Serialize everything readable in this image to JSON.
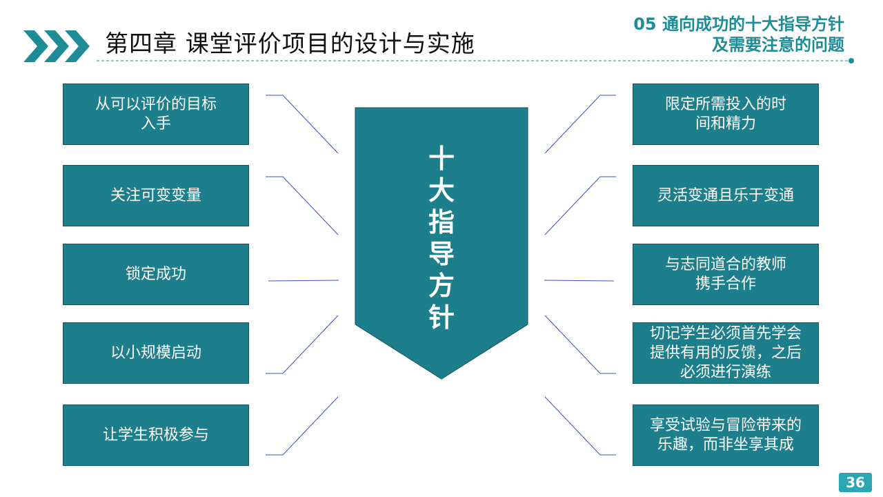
{
  "header": {
    "chapter_title": "第四章 课堂评价项目的设计与实施",
    "section_line1": "05 通向成功的十大指导方针",
    "section_line2": "及需要注意的问题",
    "icon": "triple-chevron-icon"
  },
  "center": {
    "title": "十大指导方针"
  },
  "left_items": [
    {
      "line1": "从可以评价的目标",
      "line2": "入手"
    },
    {
      "line1": "关注可变变量",
      "line2": ""
    },
    {
      "line1": "锁定成功",
      "line2": ""
    },
    {
      "line1": "以小规模启动",
      "line2": ""
    },
    {
      "line1": "让学生积极参与",
      "line2": ""
    }
  ],
  "right_items": [
    {
      "line1": "限定所需投入的时",
      "line2": "间和精力",
      "line3": ""
    },
    {
      "line1": "灵活变通且乐于变通",
      "line2": "",
      "line3": ""
    },
    {
      "line1": "与志同道合的教师",
      "line2": "携手合作",
      "line3": ""
    },
    {
      "line1": "切记学生必须首先学会",
      "line2": "提供有用的反馈，之后",
      "line3": "必须进行演练"
    },
    {
      "line1": "享受试验与冒险带来的",
      "line2": "乐趣，而非坐享其成",
      "line3": ""
    }
  ],
  "page_number": "36",
  "colors": {
    "box_fill": "#1d7f8c",
    "accent": "#1e8c96",
    "page_badge": "#2aa7b3",
    "connector": "#3a4ec8"
  }
}
